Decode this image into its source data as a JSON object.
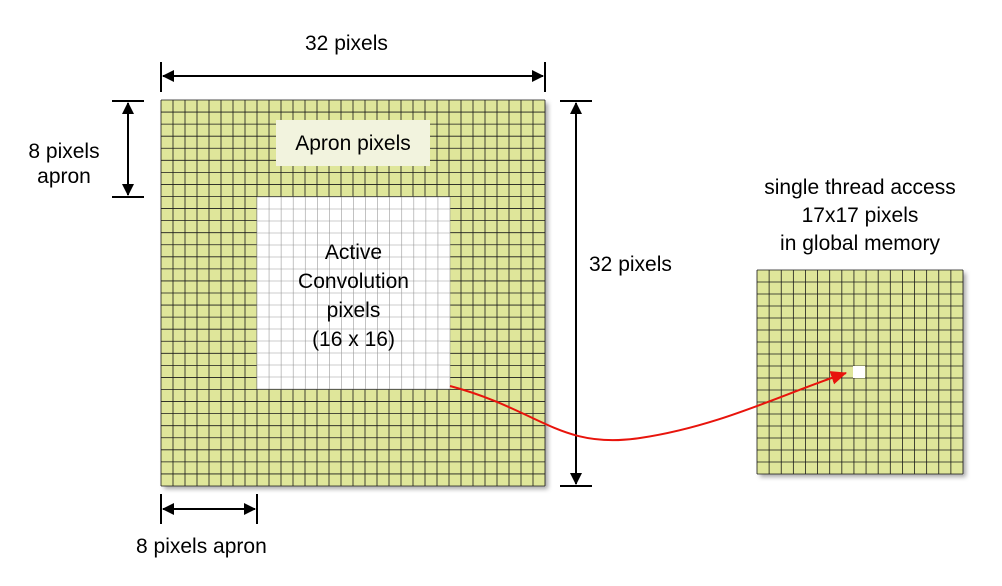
{
  "colors": {
    "grid_fill": "#dfe69a",
    "grid_line": "#1a1a1a",
    "active_fill": "#ffffff",
    "active_line": "#9a9a9a",
    "label_box": "#f2f3de",
    "arrow": "#e8140c",
    "dimension_line": "#000000"
  },
  "labels": {
    "top_width": "32 pixels",
    "left_apron": [
      "8 pixels",
      "apron"
    ],
    "apron_pixels": "Apron pixels",
    "active": [
      "Active",
      "Convolution",
      "pixels",
      "(16 x 16)"
    ],
    "right_height": "32 pixels",
    "bottom_apron": "8 pixels apron",
    "thread_access": [
      "single thread access",
      "17x17 pixels",
      "in global memory"
    ]
  }
}
